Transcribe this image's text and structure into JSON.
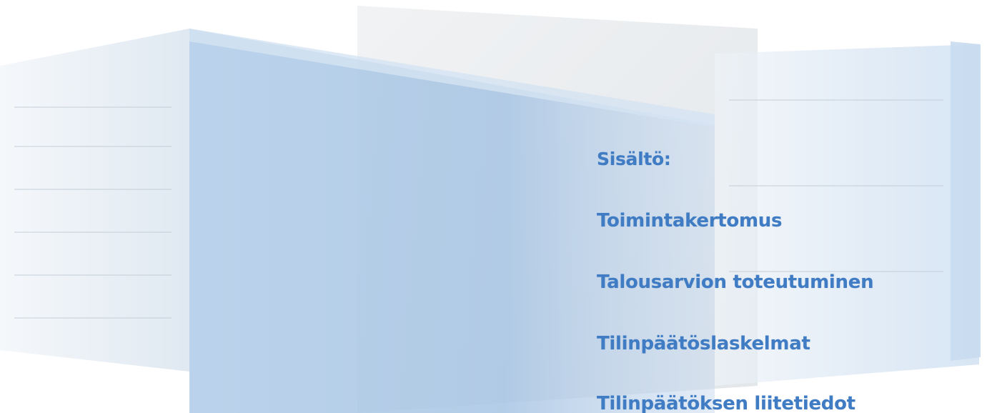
{
  "toc": {
    "heading": "Sisältö:",
    "items": [
      "Toimintakertomus",
      "Talousarvion toteutuminen",
      "Tilinpäätöslaskelmat",
      "Tilinpäätöksen liitetiedot"
    ]
  },
  "colors": {
    "text": "#3f7cc4",
    "panel_blue": "#a9c7e6",
    "panel_gray": "#e9ecee"
  }
}
